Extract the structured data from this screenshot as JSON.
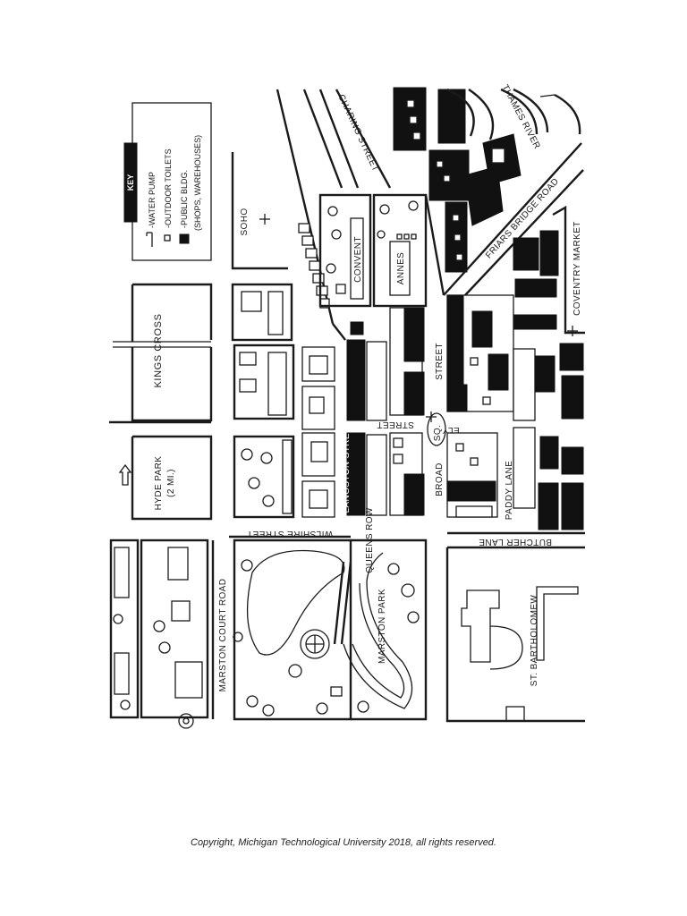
{
  "map": {
    "key": {
      "title": "KEY",
      "items": [
        {
          "icon": "water-pump-icon",
          "label": "-WATER PUMP"
        },
        {
          "icon": "outdoor-toilet-icon",
          "label": "-OUTDOOR TOILETS"
        },
        {
          "icon": "public-building-icon",
          "label": "-PUBLIC BLDG."
        },
        {
          "icon": "",
          "label": "(SHOPS, WAREHOUSES)"
        }
      ]
    },
    "labels": {
      "soho": "SOHO",
      "kings_cross": "KINGS CROSS",
      "hyde_park": "HYDE PARK",
      "hyde_park_dist": "(2 MI.)",
      "marston_court_road": "MARSTON COURT ROAD",
      "wilshire_street": "WILSHIRE STREET",
      "langston_street": "LANGSTON STREET",
      "convent": "CONVENT",
      "annes": "ANNES",
      "charing_street": "CHARING STREET",
      "thames_river": "THAMES RIVER",
      "friars_bridge_road": "FRIARS BRIDGE ROAD",
      "coventry_market": "COVENTRY MARKET",
      "street_upper": "STREET",
      "street_middle": "STREET",
      "ely": "ELY",
      "sq": "SQ.",
      "broad": "BROAD",
      "paddy_lane": "PADDY LANE",
      "queens_row": "QUEENS ROW",
      "butcher_lane": "BUTCHER LANE",
      "marston_park": "MARSTON PARK",
      "st_bartholomew": "ST. BARTHOLOMEW"
    },
    "colors": {
      "ink": "#1a1a1a",
      "building": "#111111",
      "paper": "#ffffff"
    }
  },
  "footer": {
    "copyright": "Copyright, Michigan Technological University 2018, all rights reserved."
  }
}
